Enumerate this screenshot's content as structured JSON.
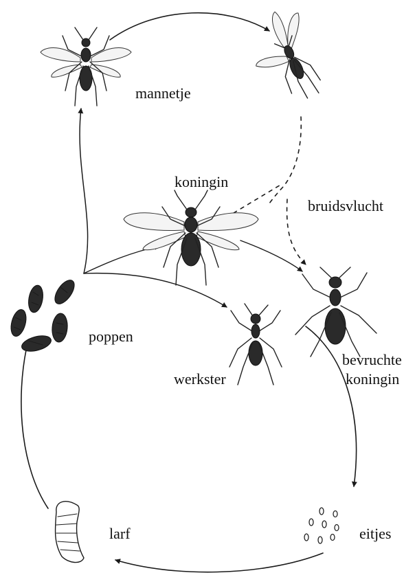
{
  "labels": {
    "male": "mannetje",
    "queen": "koningin",
    "nuptial_flight": "bruidsvlucht",
    "pupae": "poppen",
    "worker": "werkster",
    "fertilized_queen_line1": "bevruchte",
    "fertilized_queen_line2": "koningin",
    "larva": "larf",
    "eggs": "eitjes"
  },
  "colors": {
    "ink": "#1a1a1a",
    "background": "#ffffff"
  }
}
